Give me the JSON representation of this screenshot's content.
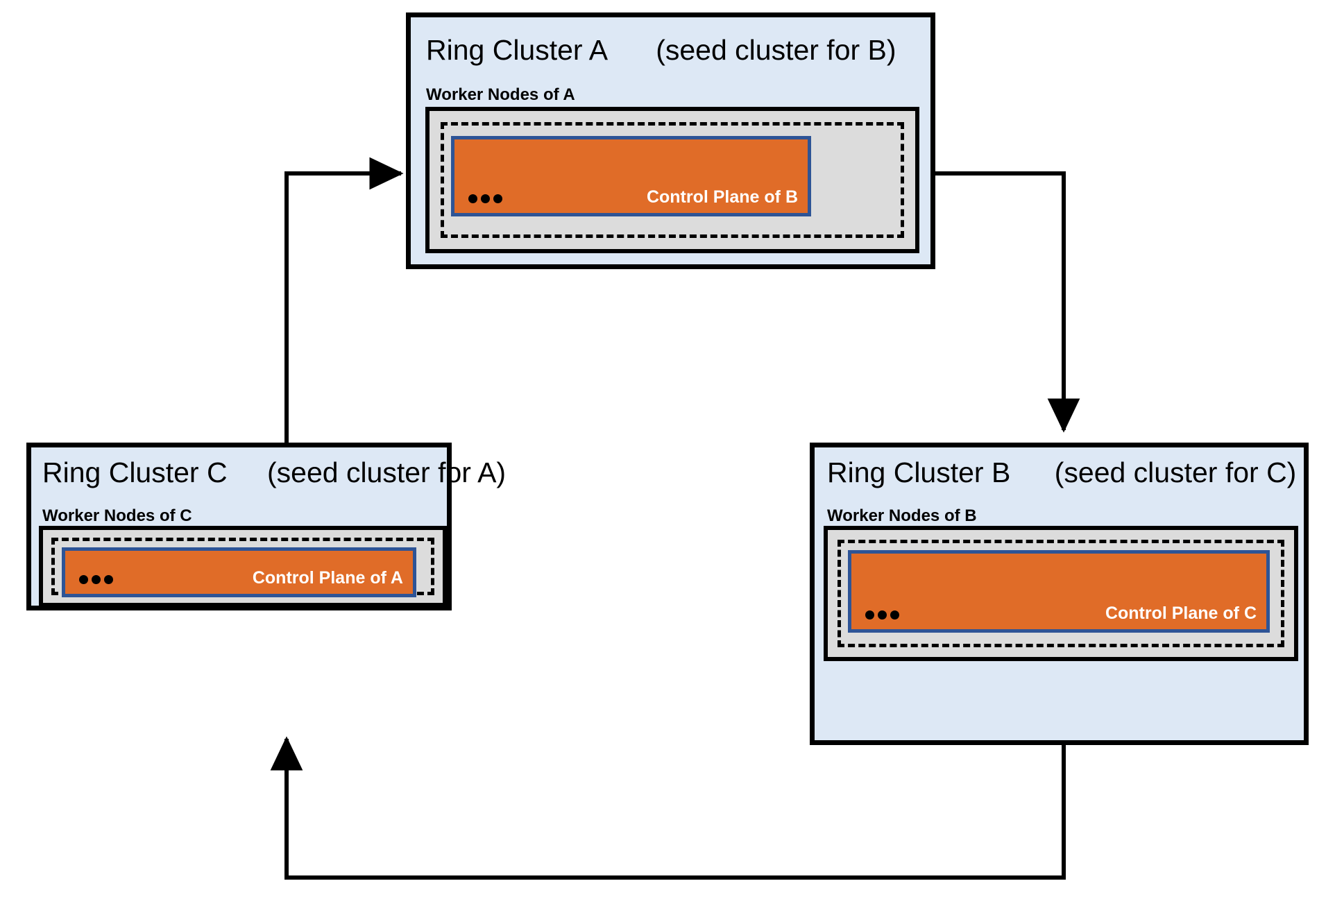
{
  "diagram": {
    "title": "Ring cluster topology with circular seed-cluster dependencies",
    "colors": {
      "cluster_background": "#dde8f5",
      "cluster_border": "#000000",
      "worker_background": "#dcdcdc",
      "control_plane_fill": "#e06c28",
      "control_plane_border": "#2e5496",
      "control_plane_text": "#ffffff",
      "arrow": "#000000"
    }
  },
  "clusters": [
    {
      "id": "a",
      "name": "Ring Cluster A",
      "seed_note": "(seed cluster for B)",
      "worker_label": "Worker Nodes of A",
      "control_plane_label": "Control Plane of B",
      "ellipsis": "•••"
    },
    {
      "id": "c",
      "name": "Ring Cluster C",
      "seed_note": "(seed cluster for A)",
      "worker_label": "Worker Nodes of C",
      "control_plane_label": "Control Plane of A",
      "ellipsis": "•••"
    },
    {
      "id": "b",
      "name": "Ring Cluster B",
      "seed_note": "(seed cluster for C)",
      "worker_label": "Worker Nodes of B",
      "control_plane_label": "Control Plane of C",
      "ellipsis": "•••"
    }
  ],
  "connections": [
    {
      "id": "c-to-a",
      "from": "Ring Cluster C",
      "to": "Ring Cluster A"
    },
    {
      "id": "a-to-b",
      "from": "Ring Cluster A",
      "to": "Ring Cluster B"
    },
    {
      "id": "b-to-c",
      "from": "Ring Cluster B",
      "to": "Ring Cluster C"
    }
  ]
}
